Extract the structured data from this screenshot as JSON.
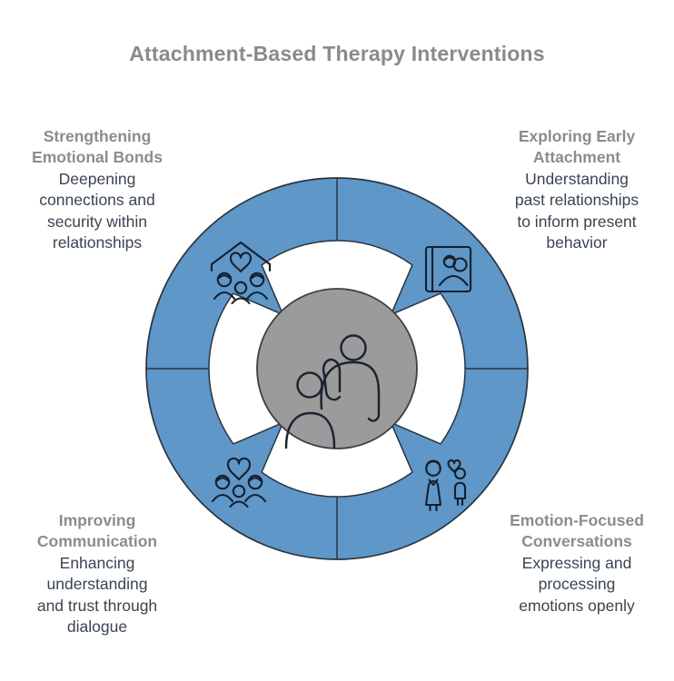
{
  "title": "Attachment-Based Therapy Interventions",
  "colors": {
    "ring_blue": "#5e97c8",
    "center_gray": "#9b9b9b",
    "outline_dark": "#2a3440",
    "icon_stroke": "#161f2c",
    "title_gray": "#8a8a8a",
    "heading_gray": "#8c8c8c",
    "body_text": "#3a4551",
    "background": "#ffffff"
  },
  "center": {
    "icon": "parent-child-icon"
  },
  "quadrants": [
    {
      "position": "top-left",
      "icon": "family-home-icon",
      "title_lines": [
        "Strengthening",
        "Emotional Bonds"
      ],
      "desc_lines": [
        "Deepening",
        "connections and",
        "security within",
        "relationships"
      ]
    },
    {
      "position": "top-right",
      "icon": "photo-album-icon",
      "title_lines": [
        "Exploring Early",
        "Attachment"
      ],
      "desc_lines": [
        "Understanding",
        "past relationships",
        "to inform present",
        "behavior"
      ]
    },
    {
      "position": "bottom-left",
      "icon": "family-heart-icon",
      "title_lines": [
        "Improving",
        "Communication"
      ],
      "desc_lines": [
        "Enhancing",
        "understanding",
        "and trust through",
        "dialogue"
      ]
    },
    {
      "position": "bottom-right",
      "icon": "mother-child-icon",
      "title_lines": [
        "Emotion-Focused",
        "Conversations"
      ],
      "desc_lines": [
        "Expressing and",
        "processing",
        "emotions openly"
      ]
    }
  ]
}
